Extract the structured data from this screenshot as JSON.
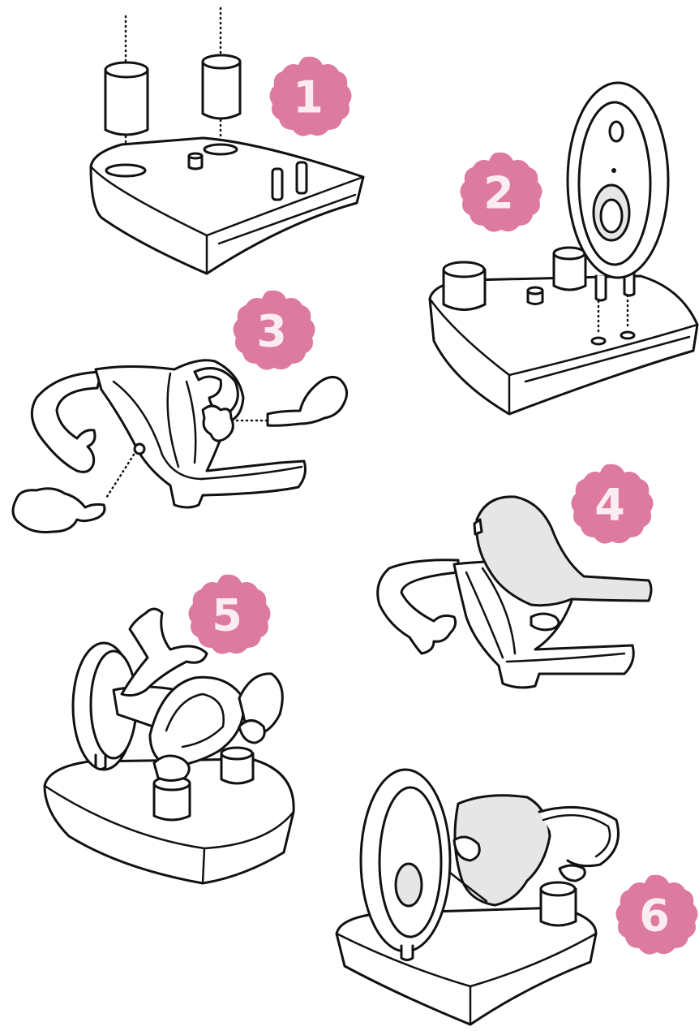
{
  "steps": [
    {
      "number": "1"
    },
    {
      "number": "2"
    },
    {
      "number": "3"
    },
    {
      "number": "4"
    },
    {
      "number": "5"
    },
    {
      "number": "6"
    }
  ],
  "colors": {
    "badge": "#dd7aa0",
    "badge_text": "#fbecf1",
    "ink": "#111111",
    "fill_grey": "#e6e6e6",
    "background": "#ffffff"
  }
}
